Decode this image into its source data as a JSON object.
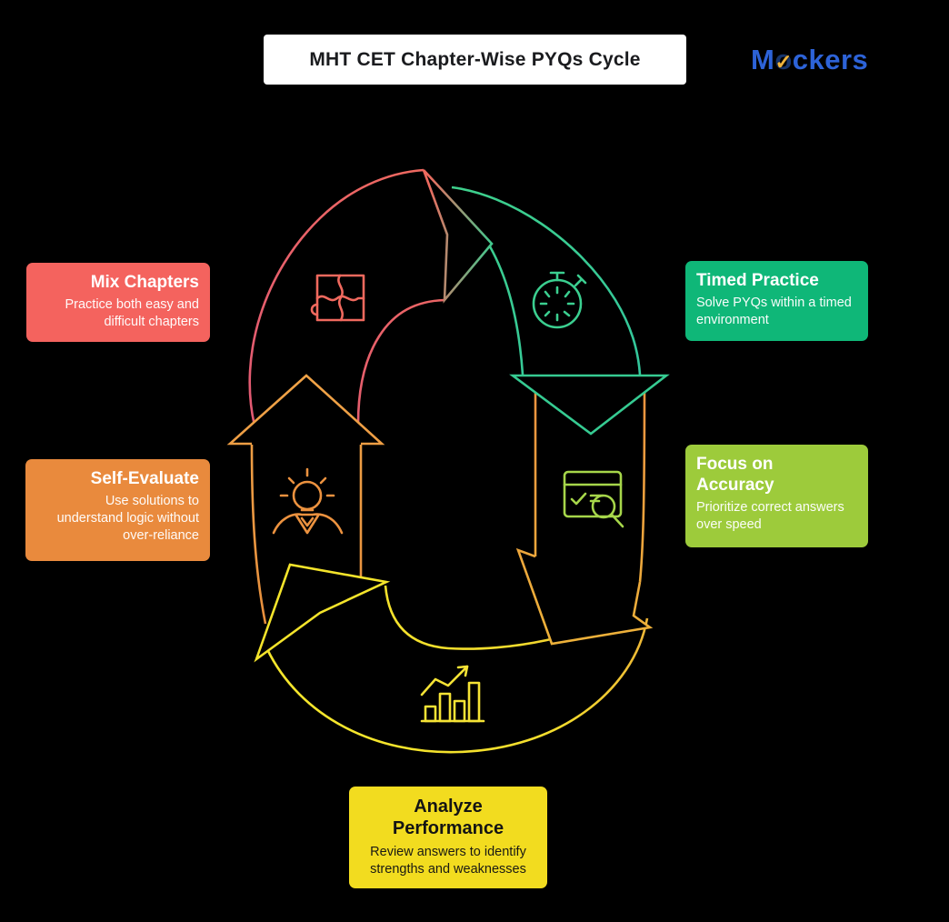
{
  "header": {
    "title": "MHT CET Chapter-Wise PYQs Cycle",
    "brand": {
      "text_before_o": "M",
      "o_char": "o",
      "check_glyph": "✓",
      "text_after_o": "ckers",
      "color": "#2d63d8",
      "check_color": "#f0b43c"
    }
  },
  "steps": [
    {
      "key": "mix-chapters",
      "title": "Mix Chapters",
      "description": "Practice both easy and difficult chapters",
      "accent": "#f4635e",
      "icon": "puzzle-icon",
      "position": "left-top",
      "text_align": "right"
    },
    {
      "key": "timed-practice",
      "title": "Timed Practice",
      "description": "Solve PYQs within a timed environment",
      "accent": "#0fb778",
      "icon": "stopwatch-icon",
      "position": "right-top",
      "text_align": "left"
    },
    {
      "key": "focus-on-accuracy",
      "title": "Focus on Accuracy",
      "description": "Prioritize correct answers over speed",
      "accent": "#9dcb3b",
      "icon": "checklist-magnifier-icon",
      "position": "right-middle",
      "text_align": "left"
    },
    {
      "key": "self-evaluate",
      "title": "Self-Evaluate",
      "description": "Use solutions to understand logic without over-reliance",
      "accent": "#e98a3d",
      "icon": "bulb-person-icon",
      "position": "left-middle",
      "text_align": "right"
    },
    {
      "key": "analyze-performance",
      "title": "Analyze Performance",
      "description": "Review answers to identify strengths and weaknesses",
      "accent": "#f2dc1f",
      "icon": "growth-chart-icon",
      "position": "bottom-center",
      "text_align": "center",
      "text_color": "#141414"
    }
  ],
  "cycle": {
    "direction": "clockwise",
    "arrow_colors": {
      "top_arc": "#ee6a60",
      "top_right_arc": "#36cb92",
      "right_band": "#ec9441",
      "bottom_arc": "#f4e22a",
      "left_band": "#ea923f"
    },
    "background": "#000000"
  }
}
